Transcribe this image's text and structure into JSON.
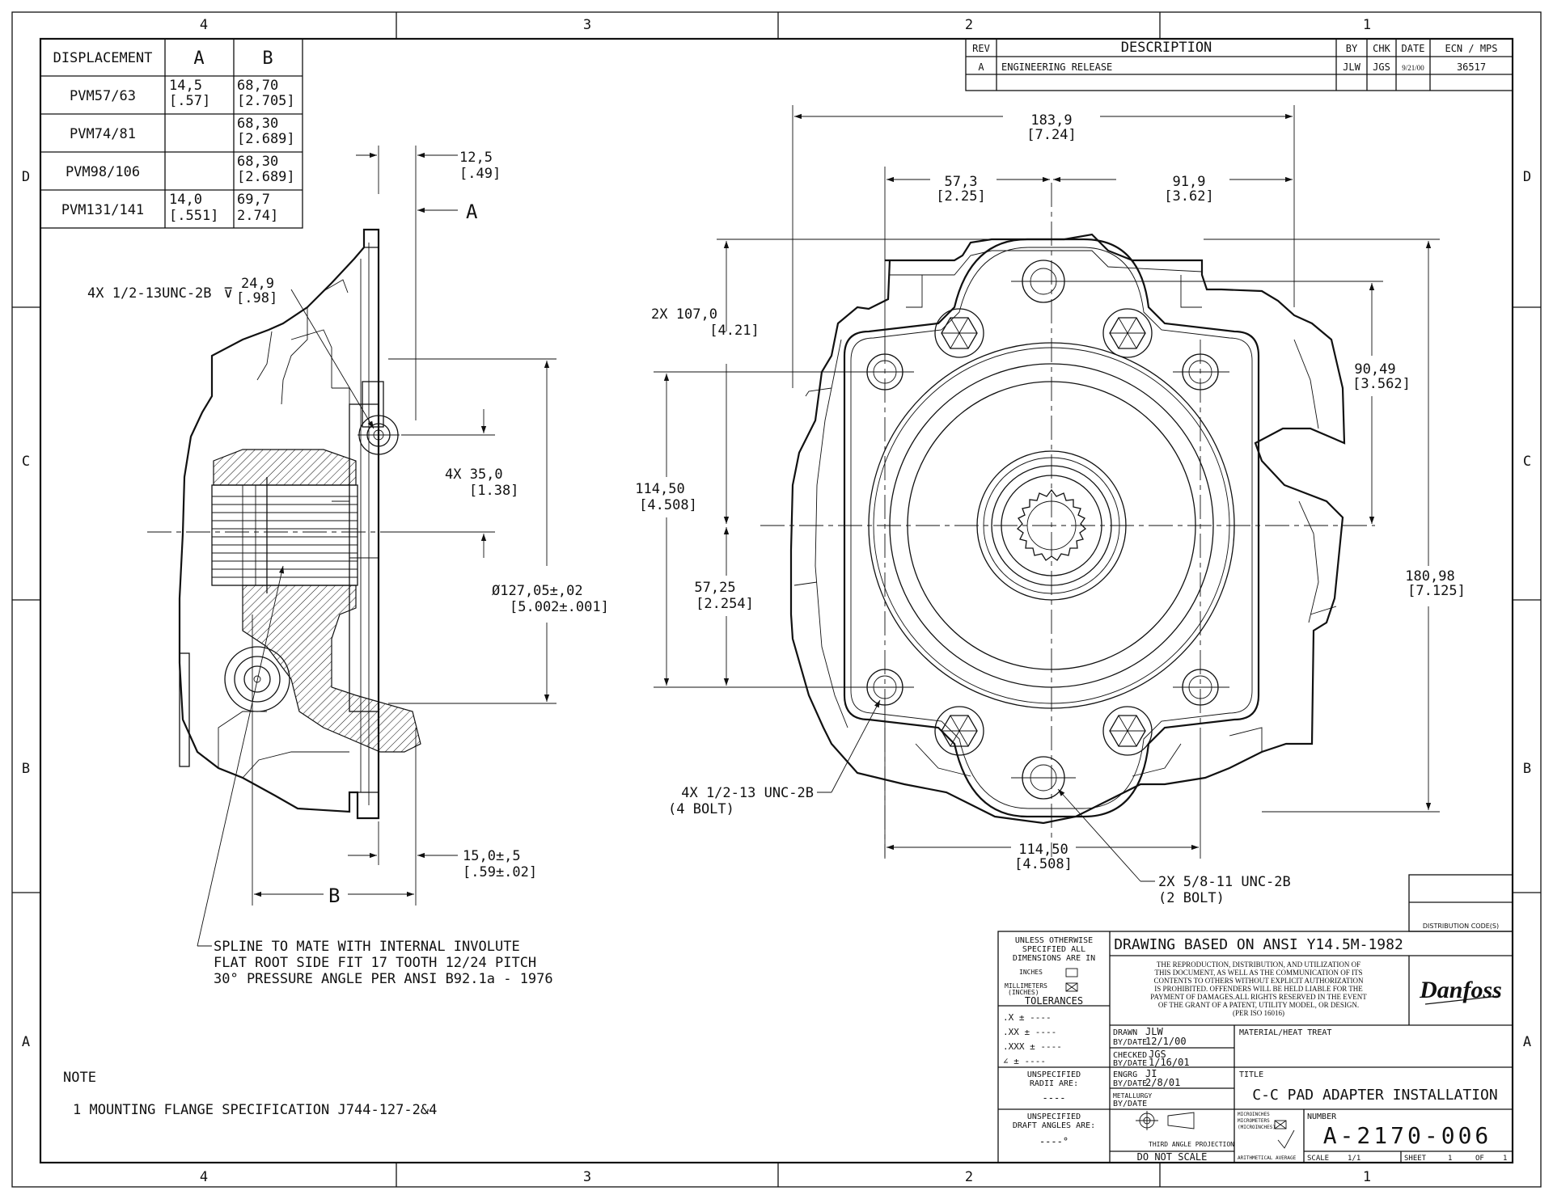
{
  "zones": {
    "columns": [
      "4",
      "3",
      "2",
      "1"
    ],
    "rows": [
      "D",
      "C",
      "B",
      "A"
    ]
  },
  "revision_block": {
    "headers": {
      "rev": "REV",
      "description": "DESCRIPTION",
      "by": "BY",
      "chk": "CHK",
      "date": "DATE",
      "ecn": "ECN / MPS"
    },
    "row": {
      "rev": "A",
      "description": "ENGINEERING RELEASE",
      "by": "JLW",
      "chk": "JGS",
      "date": "9/21/00",
      "ecn": "36517"
    }
  },
  "displacement_table": {
    "headers": [
      "DISPLACEMENT",
      "A",
      "B"
    ],
    "rows": [
      {
        "model": "PVM57/63",
        "a1": "14,5",
        "a2": "[.57]",
        "b1": "68,70",
        "b2": "[2.705]"
      },
      {
        "model": "PVM74/81",
        "a1": "",
        "a2": "",
        "b1": "68,30",
        "b2": "[2.689]"
      },
      {
        "model": "PVM98/106",
        "a1": "",
        "a2": "",
        "b1": "68,30",
        "b2": "[2.689]"
      },
      {
        "model": "PVM131/141",
        "a1": "14,0",
        "a2": "[.551]",
        "b1": "69,7",
        "b2": "2.74]"
      }
    ]
  },
  "side_view": {
    "dim_12_5": "12,5",
    "dim_12_5_in": "[.49]",
    "label_a": "A",
    "thread_callout": "4X 1/2-13UNC-2B",
    "depth_symbol": "⊽",
    "thread_depth": "24,9",
    "thread_depth_in": "[.98]",
    "dim_35": "4X 35,0",
    "dim_35_in": "[1.38]",
    "dia_127": "Ø127,05±,02",
    "dia_127_in": "[5.002±.001]",
    "dim_15": "15,0±,5",
    "dim_15_in": "[.59±.02]",
    "label_b": "B"
  },
  "front_view": {
    "dim_183": "183,9",
    "dim_183_in": "[7.24]",
    "dim_57_3": "57,3",
    "dim_57_3_in": "[2.25]",
    "dim_91_9": "91,9",
    "dim_91_9_in": "[3.62]",
    "dim_107": "2X 107,0",
    "dim_107_in": "[4.21]",
    "dim_90": "90,49",
    "dim_90_in": "[3.562]",
    "dim_114v": "114,50",
    "dim_114v_in": "[4.508]",
    "dim_57_25": "57,25",
    "dim_57_25_in": "[2.254]",
    "dim_180": "180,98",
    "dim_180_in": "[7.125]",
    "dim_114h": "114,50",
    "dim_114h_in": "[4.508]",
    "bolt4_1": "4X 1/2-13 UNC-2B",
    "bolt4_2": "(4 BOLT)",
    "bolt2_1": "2X 5/8-11 UNC-2B",
    "bolt2_2": "(2 BOLT)"
  },
  "spline_note": [
    "SPLINE TO MATE WITH INTERNAL INVOLUTE",
    "FLAT ROOT SIDE FIT 17 TOOTH 12/24 PITCH",
    "30° PRESSURE ANGLE PER ANSI B92.1a - 1976"
  ],
  "notes": {
    "title": "NOTE",
    "items": [
      "1   MOUNTING FLANGE SPECIFICATION J744-127-2&4"
    ]
  },
  "title_block": {
    "distribution": "DISTRIBUTION CODE(S)",
    "unless_lines": [
      "UNLESS OTHERWISE",
      "SPECIFIED ALL",
      "DIMENSIONS ARE IN"
    ],
    "inches": "INCHES",
    "millimeters": "MILLIMETERS",
    "inches_paren": "(INCHES)",
    "tolerances": "TOLERANCES",
    "tol_rows": [
      ".X   ±  ----",
      ".XX  ±  ----",
      ".XXX ±  ----",
      "∠  ±  ----"
    ],
    "radii_label_1": "UNSPECIFIED",
    "radii_label_2": "RADII ARE:",
    "radii_value": "----",
    "draft_label_1": "UNSPECIFIED",
    "draft_label_2": "DRAFT ANGLES ARE:",
    "draft_value": "----°",
    "ansi": "DRAWING BASED ON ANSI Y14.5M-1982",
    "legal": [
      "THE REPRODUCTION, DISTRIBUTION, AND UTILIZATION OF",
      "THIS DOCUMENT, AS WELL AS THE COMMUNICATION OF ITS",
      "CONTENTS TO OTHERS WITHOUT EXPLICIT AUTHORIZATION",
      "IS PROHIBITED. OFFENDERS WILL BE HELD LIABLE FOR THE",
      "PAYMENT OF DAMAGES.ALL RIGHTS RESERVED IN THE EVENT",
      "OF THE GRANT OF A PATENT, UTILITY MODEL, OR DESIGN.",
      "(PER ISO 16016)"
    ],
    "logo": "Danfoss",
    "drawn_label": "DRAWN",
    "drawn_by": "JLW",
    "drawn_date_label": "BY/DATE",
    "drawn_date": "12/1/00",
    "checked_label": "CHECKED",
    "checked_by": "JGS",
    "checked_date_label": "BY/DATE",
    "checked_date": "1/16/01",
    "engrg_label": "ENGRG",
    "engrg_by": "JI",
    "engrg_date_label": "BY/DATE",
    "engrg_date": "2/8/01",
    "metallurgy_label": "METALLURGY",
    "metallurgy_date_label": "BY/DATE",
    "material_label": "MATERIAL/HEAT TREAT",
    "title_label": "TITLE",
    "title": "C-C PAD ADAPTER INSTALLATION",
    "third_angle": "THIRD ANGLE PROJECTION",
    "do_not_scale": "DO NOT SCALE",
    "micro_1": "MICROINCHES",
    "micro_2": "MICROMETERS",
    "micro_3": "(MICROINCHES)",
    "arith_avg": "ARITHMETICAL AVERAGE",
    "number_label": "NUMBER",
    "number": "A-2170-006",
    "scale_label": "SCALE",
    "scale": "1/1",
    "sheet_label": "SHEET",
    "sheet": "1",
    "of_label": "OF",
    "of": "1"
  }
}
